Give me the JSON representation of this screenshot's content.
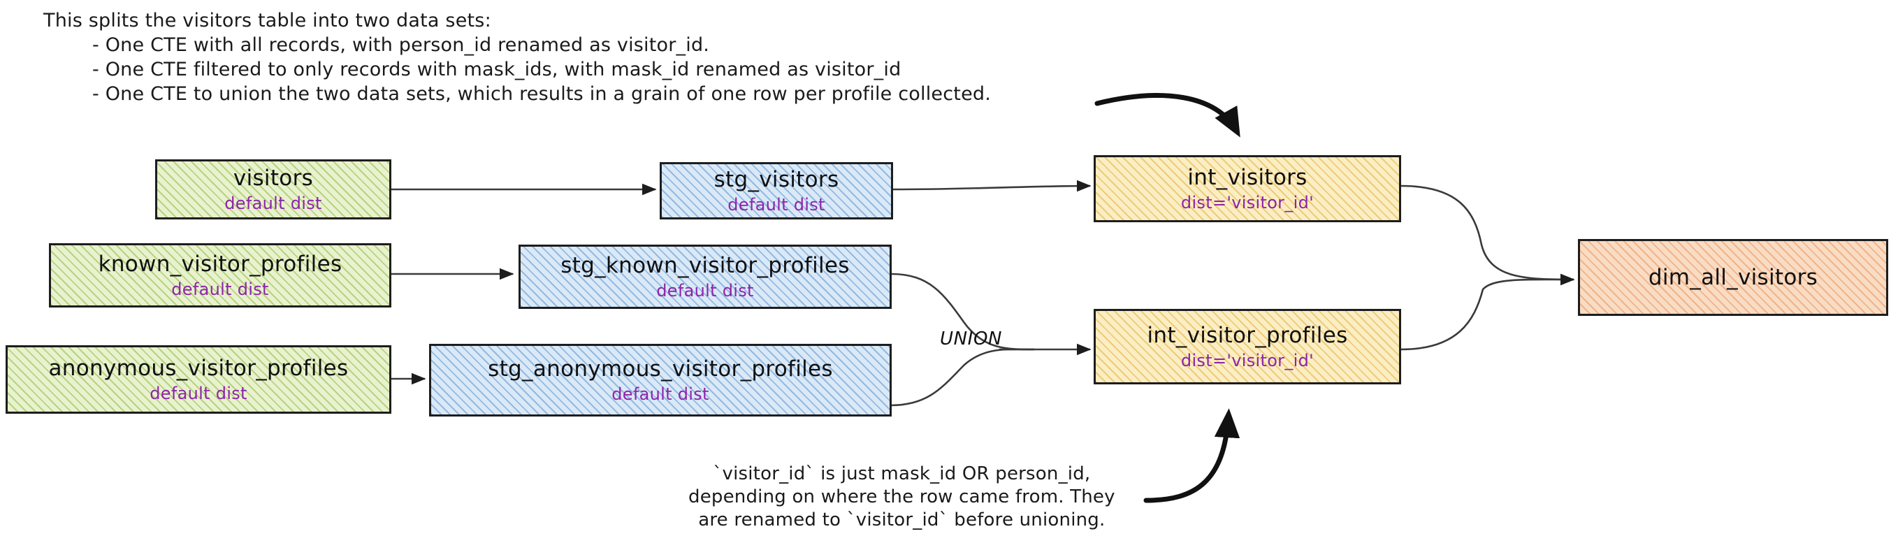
{
  "header_note": {
    "lines": [
      "This splits the visitors table into two data sets:",
      "- One CTE with all records, with person_id renamed as visitor_id.",
      "- One CTE filtered to only records with mask_ids, with mask_id renamed as visitor_id",
      "- One CTE to union the two data sets, which results in a grain of one row per profile collected."
    ]
  },
  "bottom_note": {
    "lines": [
      "`visitor_id` is just mask_id OR person_id,",
      "depending on where the row came from. They",
      "are renamed to `visitor_id` before unioning."
    ]
  },
  "edge_labels": {
    "union": "UNION"
  },
  "colors": {
    "source": "#e9f2cf",
    "staging": "#dbe9f7",
    "intermediate": "#fbeec4",
    "dimension": "#f9dcc4",
    "subtitle_text": "#8e24aa",
    "stroke": "#1d1d1d"
  },
  "nodes": [
    {
      "id": "visitors",
      "title": "visitors",
      "sub": "default dist",
      "kind": "source"
    },
    {
      "id": "known_visitor_profiles",
      "title": "known_visitor_profiles",
      "sub": "default dist",
      "kind": "source"
    },
    {
      "id": "anonymous_visitor_profiles",
      "title": "anonymous_visitor_profiles",
      "sub": "default dist",
      "kind": "source"
    },
    {
      "id": "stg_visitors",
      "title": "stg_visitors",
      "sub": "default dist",
      "kind": "staging"
    },
    {
      "id": "stg_known",
      "title": "stg_known_visitor_profiles",
      "sub": "default dist",
      "kind": "staging"
    },
    {
      "id": "stg_anonymous",
      "title": "stg_anonymous_visitor_profiles",
      "sub": "default dist",
      "kind": "staging"
    },
    {
      "id": "int_visitors",
      "title": "int_visitors",
      "sub": "dist='visitor_id'",
      "kind": "intermediate"
    },
    {
      "id": "int_visitor_profiles",
      "title": "int_visitor_profiles",
      "sub": "dist='visitor_id'",
      "kind": "intermediate"
    },
    {
      "id": "dim_all_visitors",
      "title": "dim_all_visitors",
      "sub": "",
      "kind": "dimension"
    }
  ]
}
